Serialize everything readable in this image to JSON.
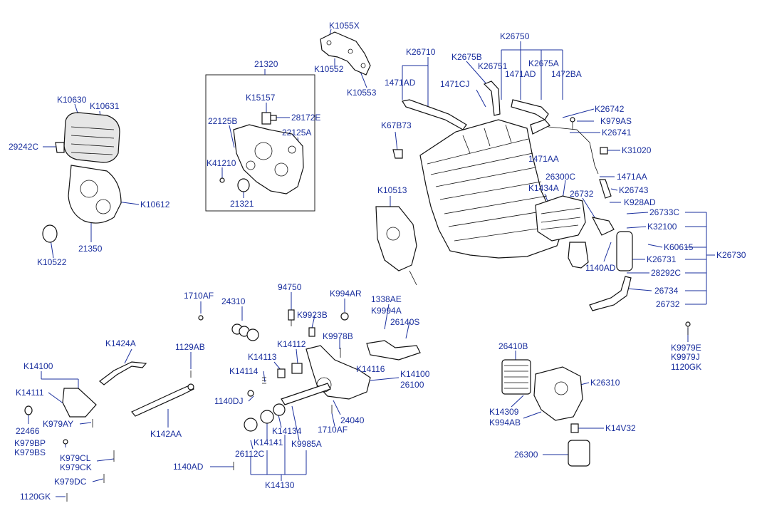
{
  "labels": [
    {
      "text": "K1055X"
    },
    {
      "text": "K10552"
    },
    {
      "text": "K10553"
    },
    {
      "text": "21320"
    },
    {
      "text": "K15157"
    },
    {
      "text": "28172E"
    },
    {
      "text": "22125B"
    },
    {
      "text": "22125A"
    },
    {
      "text": "K41210"
    },
    {
      "text": "21321"
    },
    {
      "text": "K10630"
    },
    {
      "text": "K10631"
    },
    {
      "text": "29242C"
    },
    {
      "text": "K10612"
    },
    {
      "text": "21350"
    },
    {
      "text": "K10522"
    },
    {
      "text": "K26750"
    },
    {
      "text": "K26710"
    },
    {
      "text": "K2675B"
    },
    {
      "text": "K26751"
    },
    {
      "text": "K2675A"
    },
    {
      "text": "1471AD"
    },
    {
      "text": "1471CJ"
    },
    {
      "text": "1471AD"
    },
    {
      "text": "1472BA"
    },
    {
      "text": "K26742"
    },
    {
      "text": "K979AS"
    },
    {
      "text": "K26741"
    },
    {
      "text": "K67B73"
    },
    {
      "text": "K31020"
    },
    {
      "text": "1471AA"
    },
    {
      "text": "1471AA"
    },
    {
      "text": "26300C"
    },
    {
      "text": "K26743"
    },
    {
      "text": "K10513"
    },
    {
      "text": "K1434A"
    },
    {
      "text": "26732"
    },
    {
      "text": "K928AD"
    },
    {
      "text": "26733C"
    },
    {
      "text": "K32100"
    },
    {
      "text": "K60615"
    },
    {
      "text": "K26730"
    },
    {
      "text": "K26731"
    },
    {
      "text": "1140AD"
    },
    {
      "text": "28292C"
    },
    {
      "text": "26734"
    },
    {
      "text": "26732"
    },
    {
      "text": "1710AF"
    },
    {
      "text": "24310"
    },
    {
      "text": "94750"
    },
    {
      "text": "K994AR"
    },
    {
      "text": "1338AE"
    },
    {
      "text": "K9994A"
    },
    {
      "text": "K9923B"
    },
    {
      "text": "26140S"
    },
    {
      "text": "K9978B"
    },
    {
      "text": "K1424A"
    },
    {
      "text": "1129AB"
    },
    {
      "text": "K14112"
    },
    {
      "text": "K14113"
    },
    {
      "text": "K14114"
    },
    {
      "text": "K14116"
    },
    {
      "text": "K14100"
    },
    {
      "text": "26100"
    },
    {
      "text": "K14100"
    },
    {
      "text": "K14111"
    },
    {
      "text": "1140DJ"
    },
    {
      "text": "24040"
    },
    {
      "text": "1710AF"
    },
    {
      "text": "22466"
    },
    {
      "text": "K979AY"
    },
    {
      "text": "K142AA"
    },
    {
      "text": "K14134"
    },
    {
      "text": "K14141"
    },
    {
      "text": "K9985A"
    },
    {
      "text": "K979BP"
    },
    {
      "text": "K979BS"
    },
    {
      "text": "26112C"
    },
    {
      "text": "K979CL"
    },
    {
      "text": "K979CK"
    },
    {
      "text": "1140AD"
    },
    {
      "text": "K979DC"
    },
    {
      "text": "K14130"
    },
    {
      "text": "1120GK"
    },
    {
      "text": "26410B"
    },
    {
      "text": "K26310"
    },
    {
      "text": "K14309"
    },
    {
      "text": "K994AB"
    },
    {
      "text": "K14V32"
    },
    {
      "text": "26300"
    },
    {
      "text": "K9979E"
    },
    {
      "text": "K9979J"
    },
    {
      "text": "1120GK"
    }
  ]
}
